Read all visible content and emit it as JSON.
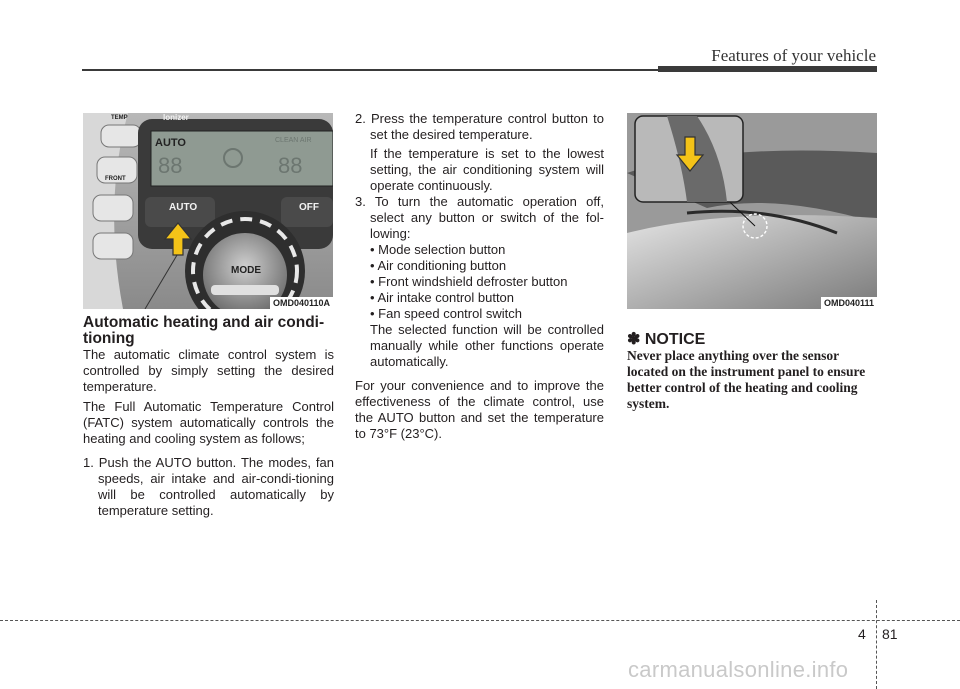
{
  "header": {
    "title": "Features of your vehicle"
  },
  "figures": {
    "left": {
      "label": "OMD040110A",
      "panel_text": {
        "ionizer": "Ionizer",
        "auto_display": "AUTO",
        "auto_button": "AUTO",
        "off_button": "OFF",
        "mode_dial": "MODE",
        "front_button": "FRONT",
        "temp_button": "TEMP",
        "clean_air": "CLEAN AIR"
      }
    },
    "right": {
      "label": "OMD040111"
    }
  },
  "col1": {
    "heading": "Automatic heating and air condi-\ntioning",
    "para1": "The automatic climate control system is controlled by simply setting the desired temperature.",
    "para2": "The Full Automatic Temperature Control (FATC) system automatically controls the heating and cooling system as follows;",
    "step1": "1. Push the AUTO button. The modes, fan speeds, air intake and air-condi-tioning will be controlled automatically by temperature setting."
  },
  "col2": {
    "step2": "2. Press the temperature control button to set the desired temperature.",
    "step2_note": "If the temperature is set to the lowest setting, the air conditioning system will operate continuously.",
    "step3": "3. To turn the automatic operation off, select any button or switch of the fol-lowing:",
    "bullets": [
      "• Mode selection button",
      "• Air conditioning button",
      "• Front windshield defroster button",
      "• Air intake control button",
      "• Fan speed control switch"
    ],
    "step3_note": "The selected function will be controlled manually while other functions operate automatically.",
    "para": "For your convenience and to improve the effectiveness of the climate control, use the AUTO button and set the temperature to 73°F (23°C)."
  },
  "col3": {
    "notice_title": "✽ NOTICE",
    "notice_body": "Never place anything over the sensor located on the instrument panel to ensure better control of the heating and cooling system."
  },
  "footer": {
    "chapter": "4",
    "page": "81",
    "watermark": "carmanualsonline.info"
  }
}
